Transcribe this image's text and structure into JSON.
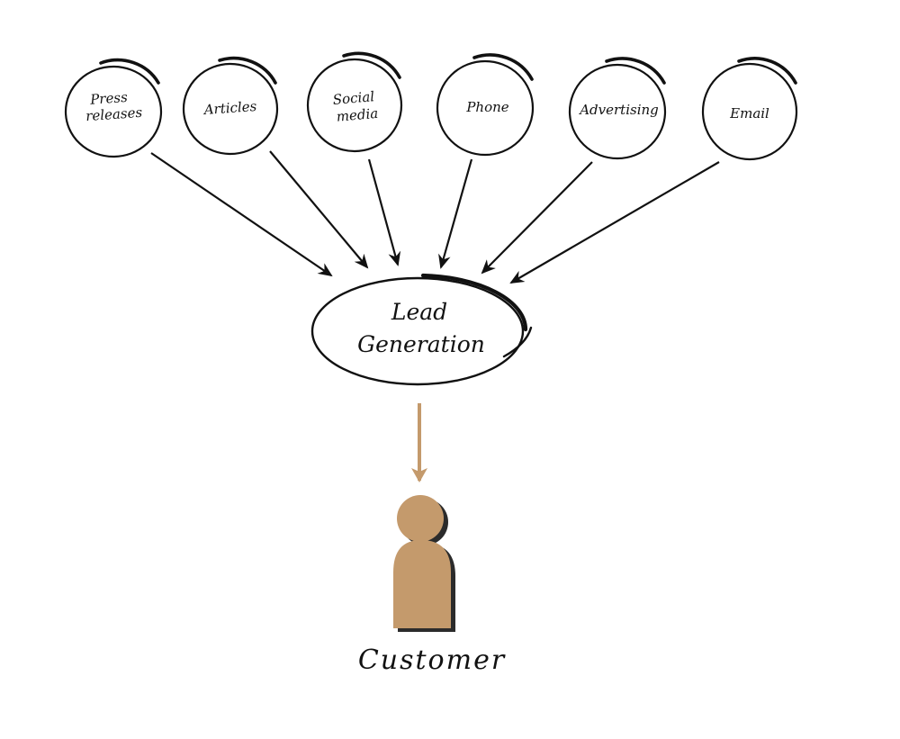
{
  "diagram": {
    "sources": [
      {
        "id": "press-releases",
        "lines": [
          "Press",
          "releases"
        ]
      },
      {
        "id": "articles",
        "lines": [
          "Articles"
        ]
      },
      {
        "id": "social-media",
        "lines": [
          "Social",
          "media"
        ]
      },
      {
        "id": "phone",
        "lines": [
          "Phone"
        ]
      },
      {
        "id": "advertising",
        "lines": [
          "Advertising"
        ]
      },
      {
        "id": "email",
        "lines": [
          "Email"
        ]
      }
    ],
    "hub": {
      "lines": [
        "Lead",
        "Generation"
      ]
    },
    "target": {
      "label": "Customer"
    },
    "colors": {
      "ink": "#111111",
      "person_body": "#c49a6c",
      "person_shadow": "#2b2b2b",
      "down_arrow": "#c49a6c"
    }
  }
}
